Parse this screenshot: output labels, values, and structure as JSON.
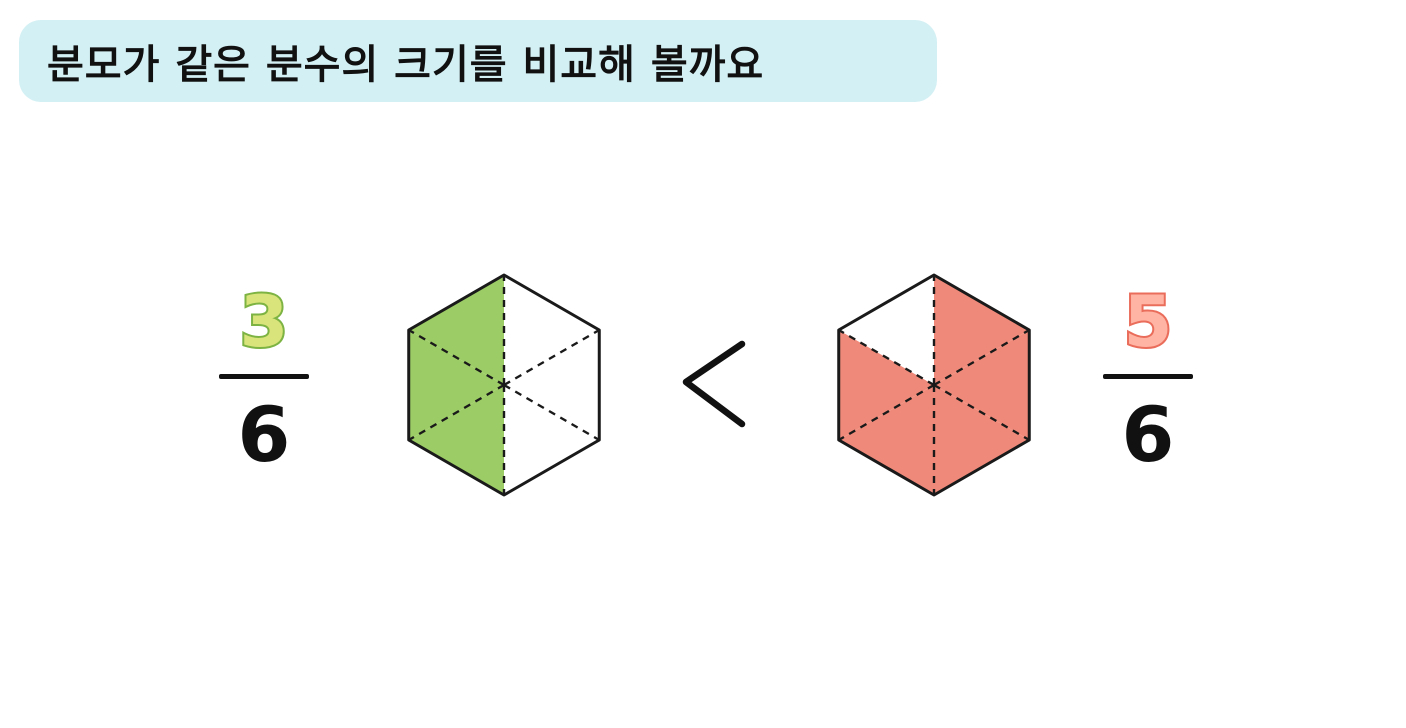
{
  "header": {
    "title": "분모가 같은 분수의 크기를 비교해 볼까요"
  },
  "left_fraction": {
    "numerator": "3",
    "denominator": "6",
    "shaded_parts": 3,
    "total_parts": 6,
    "numerator_fill": "#d9e47a",
    "numerator_outline": "#7cb342",
    "shade_color": "#9ccc65"
  },
  "comparison": {
    "symbol": "<"
  },
  "right_fraction": {
    "numerator": "5",
    "denominator": "6",
    "shaded_parts": 5,
    "total_parts": 6,
    "numerator_fill": "#ffb4a4",
    "numerator_outline": "#ea6d5b",
    "shade_color": "#ef8a7a"
  }
}
